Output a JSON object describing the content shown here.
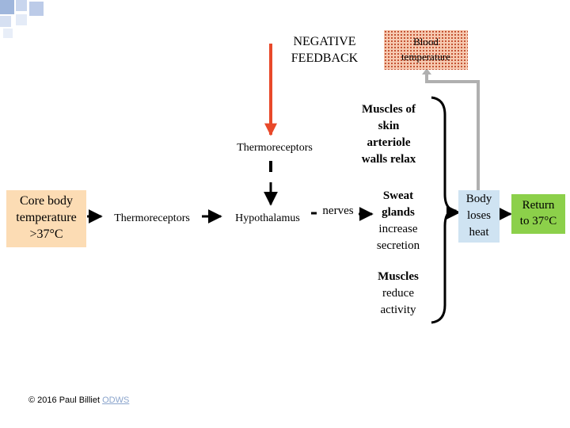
{
  "title": {
    "line1": "NEGATIVE",
    "line2": "FEEDBACK"
  },
  "blood_temperature": {
    "line1": "Blood",
    "line2": "temperature"
  },
  "core_body": {
    "line1": "Core body",
    "line2": "temperature",
    "line3": ">37°C"
  },
  "thermoreceptors_left": "Thermoreceptors",
  "thermoreceptors_top": "Thermoreceptors",
  "hypothalamus": "Hypothalamus",
  "nerves": "nerves",
  "effect_arterioles": {
    "line1": "Muscles of",
    "line2": "skin",
    "line3": "arteriole",
    "line4": "walls relax"
  },
  "effect_sweat": {
    "line1": "Sweat",
    "line2": "glands",
    "line3": "increase",
    "line4": "secretion"
  },
  "effect_muscles": {
    "line1": "Muscles",
    "line2": "reduce",
    "line3": "activity"
  },
  "body_loses_heat": {
    "line1": "Body",
    "line2": "loses",
    "line3": "heat"
  },
  "return": {
    "line1": "Return",
    "line2": "to 37°C"
  },
  "copyright": {
    "text": "© 2016 Paul Billiet ",
    "link": "ODWS"
  },
  "colors": {
    "peach": "#fcdcb4",
    "green": "#8cd04a",
    "blue": "#cfe3f2",
    "red_arrow": "#e8492a",
    "dotted_bg": "#f6c9b0"
  }
}
